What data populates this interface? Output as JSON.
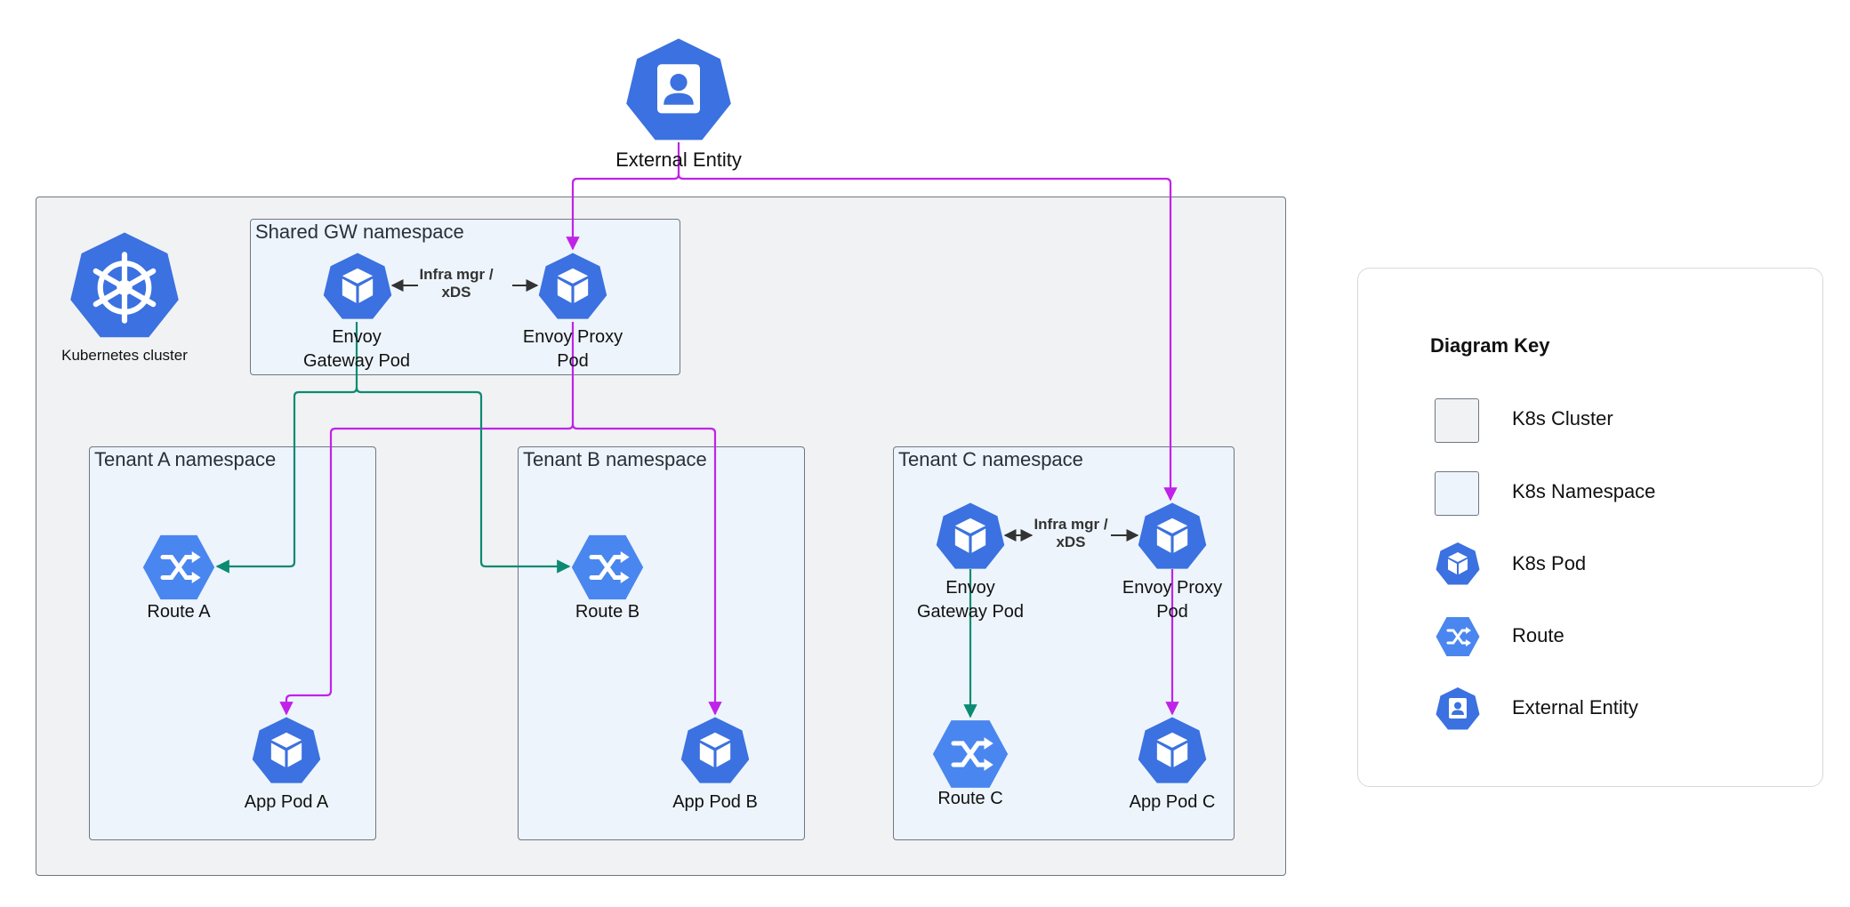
{
  "colors": {
    "cluster_bg": "#f1f2f4",
    "namespace_bg": "#edf4fc",
    "border": "#707680",
    "icon_blue": "#3b71e0",
    "route_blue": "#4a86ef",
    "magenta_edge": "#c023e8",
    "teal_edge": "#0d8a72",
    "dark_edge": "#333333"
  },
  "external_entity": {
    "label": "External Entity",
    "icon": "person-badge-icon"
  },
  "cluster": {
    "label": "Kubernetes cluster",
    "icon": "kubernetes-helm-icon"
  },
  "namespaces": {
    "shared_gw": {
      "title": "Shared GW namespace"
    },
    "tenant_a": {
      "title": "Tenant A namespace"
    },
    "tenant_b": {
      "title": "Tenant B namespace"
    },
    "tenant_c": {
      "title": "Tenant C namespace"
    }
  },
  "nodes": {
    "shared_gw_pod": {
      "label": "Envoy\nGateway Pod",
      "icon": "pod-cube-icon"
    },
    "shared_proxy_pod": {
      "label": "Envoy Proxy\nPod",
      "icon": "pod-cube-icon"
    },
    "route_a": {
      "label": "Route A",
      "icon": "route-shuffle-icon"
    },
    "route_b": {
      "label": "Route B",
      "icon": "route-shuffle-icon"
    },
    "route_c": {
      "label": "Route C",
      "icon": "route-shuffle-icon"
    },
    "app_pod_a": {
      "label": "App Pod A",
      "icon": "pod-cube-icon"
    },
    "app_pod_b": {
      "label": "App Pod B",
      "icon": "pod-cube-icon"
    },
    "app_pod_c": {
      "label": "App Pod C",
      "icon": "pod-cube-icon"
    },
    "c_gw_pod": {
      "label": "Envoy\nGateway Pod",
      "icon": "pod-cube-icon"
    },
    "c_proxy_pod": {
      "label": "Envoy Proxy\nPod",
      "icon": "pod-cube-icon"
    }
  },
  "edge_labels": {
    "shared_infra": "Infra mgr /\nxDS",
    "tenant_c_infra": "Infra mgr /\nxDS"
  },
  "diagram_key": {
    "title": "Diagram Key",
    "items": [
      {
        "label": "K8s Cluster",
        "type": "cluster-swatch"
      },
      {
        "label": "K8s Namespace",
        "type": "namespace-swatch"
      },
      {
        "label": "K8s Pod",
        "type": "pod-cube-icon"
      },
      {
        "label": "Route",
        "type": "route-shuffle-icon"
      },
      {
        "label": "External Entity",
        "type": "person-badge-icon"
      }
    ]
  }
}
